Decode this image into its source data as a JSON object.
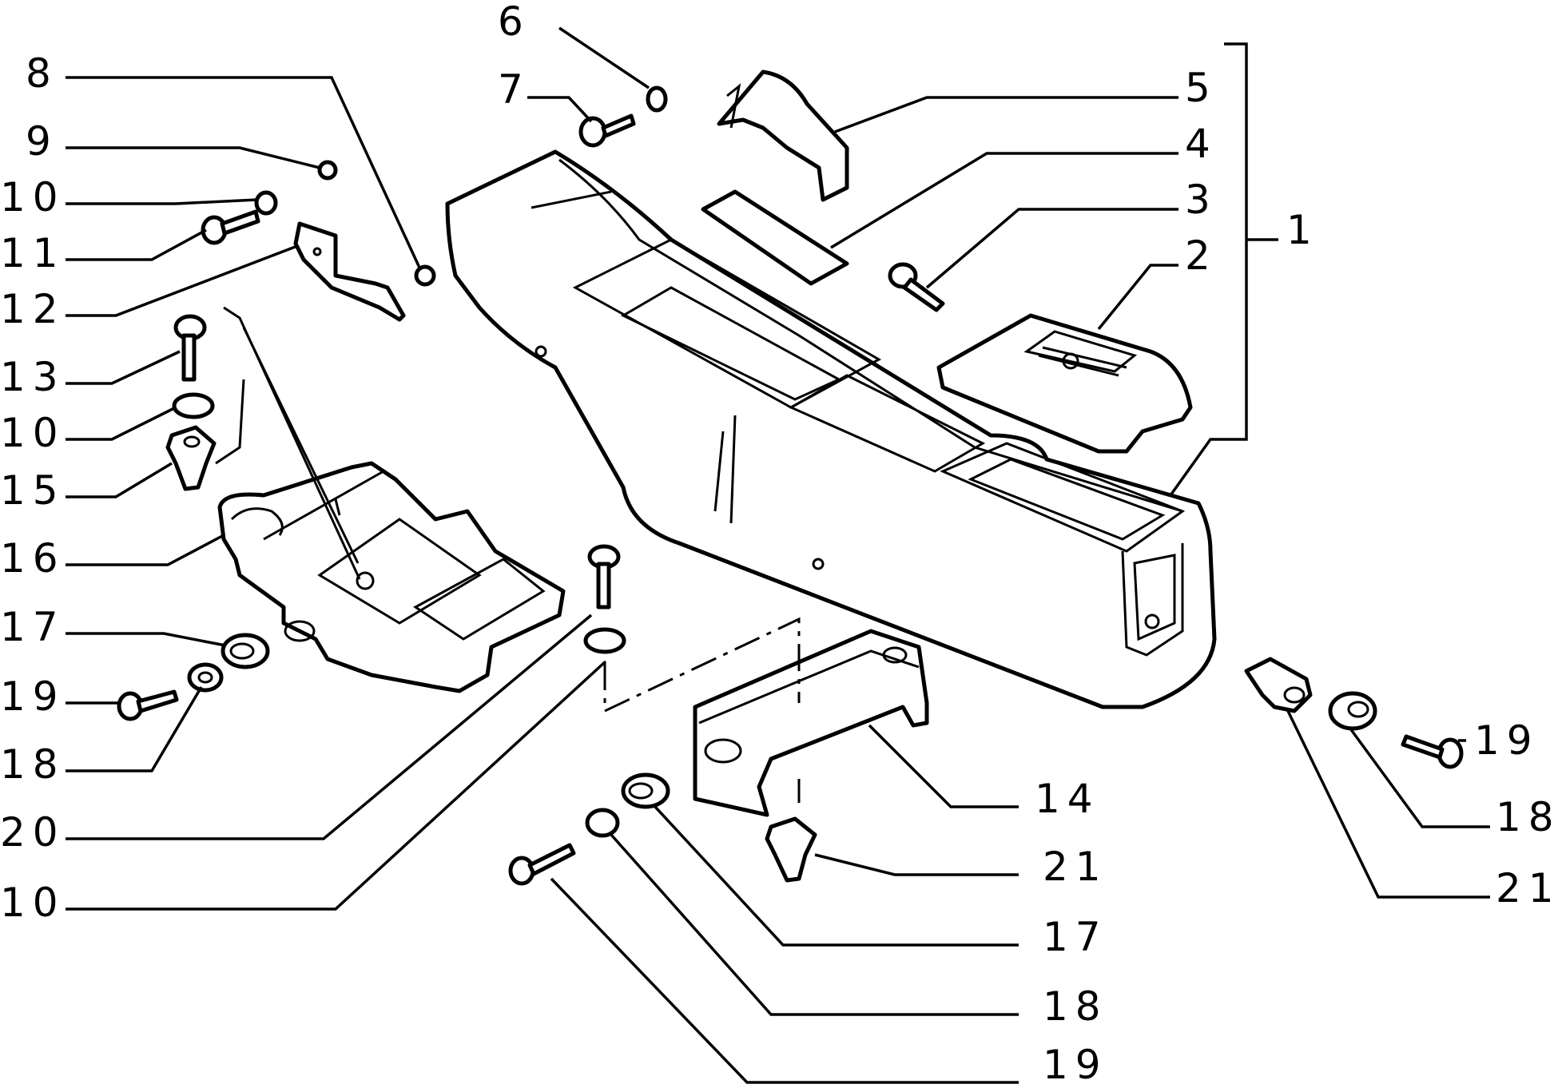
{
  "labels": {
    "l6": "6",
    "l7": "7",
    "l8": "8",
    "l9": "9",
    "l10a": "10",
    "l11": "11",
    "l12": "12",
    "l13": "13",
    "l10b": "10",
    "l15": "15",
    "l16": "16",
    "l17a": "17",
    "l19a": "19",
    "l18a": "18",
    "l20": "20",
    "l10c": "10",
    "l5": "5",
    "l4": "4",
    "l3": "3",
    "l2": "2",
    "l1": "1",
    "l14": "14",
    "l21a": "21",
    "l17b": "17",
    "l18b": "18",
    "l19b": "19",
    "l19c": "19",
    "l18c": "18",
    "l21b": "21"
  }
}
